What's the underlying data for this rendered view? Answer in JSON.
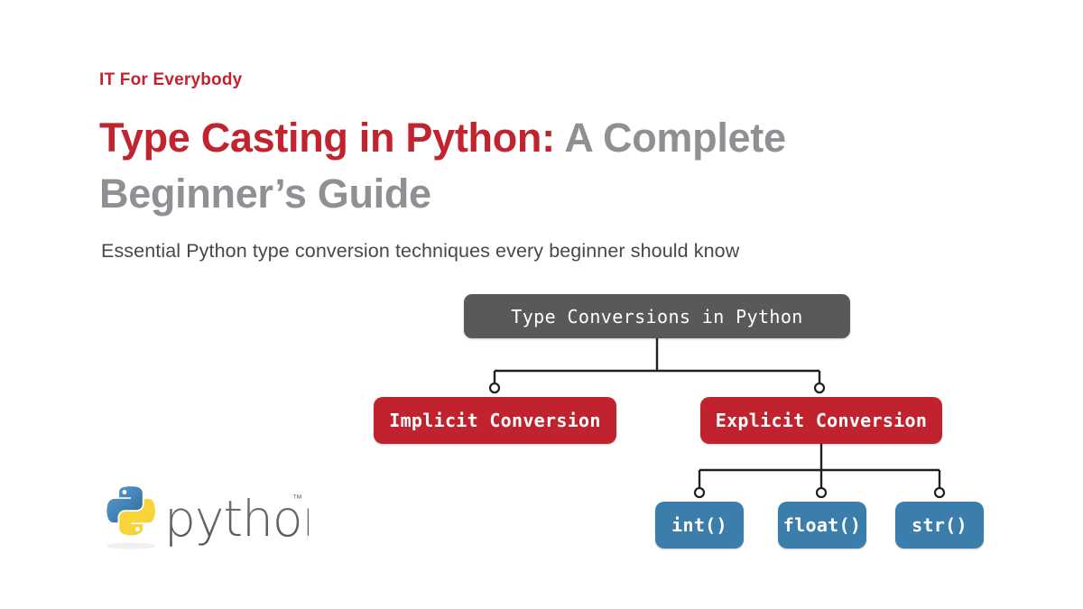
{
  "brand": {
    "kicker": "IT For Everybody",
    "kicker_color": "#C1242F"
  },
  "heading": {
    "highlight": "Type Casting in Python:",
    "rest": " A Complete Beginner’s Guide",
    "highlight_color": "#C1242F",
    "rest_color": "#8E9093"
  },
  "subtitle": "Essential Python type conversion techniques every beginner should know",
  "diagram": {
    "type": "tree",
    "root": {
      "label": "Type Conversions in Python",
      "color": "#58595B",
      "text_color": "#FFFFFF"
    },
    "level1": [
      {
        "label": "Implicit Conversion",
        "color": "#C1232E",
        "text_color": "#FFFFFF"
      },
      {
        "label": "Explicit Conversion",
        "color": "#C1232E",
        "text_color": "#FFFFFF"
      }
    ],
    "level2": [
      {
        "label": "int()",
        "color": "#3C7EAB",
        "text_color": "#FFFFFF",
        "parent": "Explicit Conversion"
      },
      {
        "label": "float()",
        "color": "#3C7EAB",
        "text_color": "#FFFFFF",
        "parent": "Explicit Conversion"
      },
      {
        "label": "str()",
        "color": "#3C7EAB",
        "text_color": "#FFFFFF",
        "parent": "Explicit Conversion"
      }
    ],
    "connector_color": "#231F20",
    "endpoint_marker": "open-circle"
  },
  "logo": {
    "wordmark": "python",
    "trademark": "™",
    "snake_blue": "#3C6E9F",
    "snake_yellow": "#F4D03F",
    "wordmark_color": "#646464",
    "icon_name": "python-logo"
  }
}
